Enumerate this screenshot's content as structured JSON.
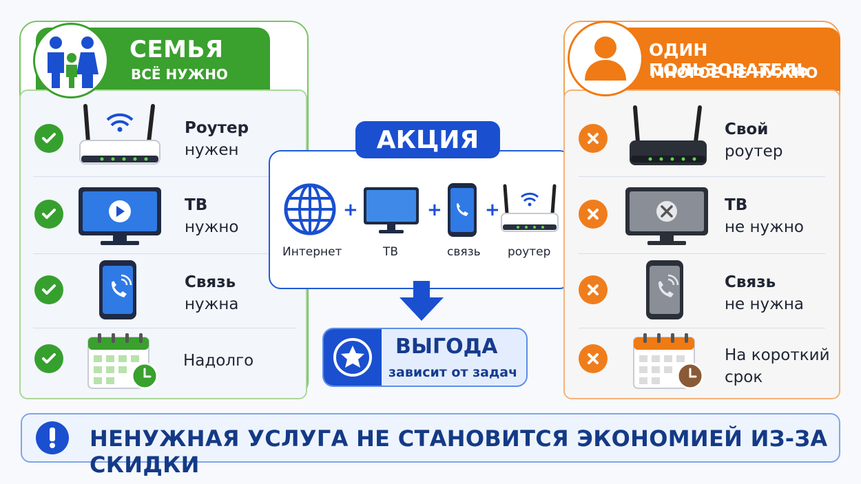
{
  "left": {
    "title": "СЕМЬЯ",
    "subtitle": "ВСЁ НУЖНО",
    "items": [
      {
        "line1": "Роутер",
        "line2": "нужен",
        "icon": "router-icon"
      },
      {
        "line1": "ТВ",
        "line2": "нужно",
        "icon": "tv-icon"
      },
      {
        "line1": "Связь",
        "line2": "нужна",
        "icon": "phone-icon"
      },
      {
        "line1": "Надолго",
        "line2": "",
        "icon": "calendar-icon"
      }
    ]
  },
  "promo": {
    "title": "АКЦИЯ",
    "services": [
      "Интернет",
      "ТВ",
      "связь",
      "роутер"
    ],
    "plus": "+"
  },
  "benefit": {
    "title": "ВЫГОДА",
    "subtitle": "зависит от задач"
  },
  "right": {
    "title": "ОДИН ПОЛЬЗОВАТЕЛЬ",
    "subtitle": "МНОГОЕ НЕ НУЖНО",
    "items": [
      {
        "line1": "Свой",
        "line2": "роутер",
        "icon": "router-icon"
      },
      {
        "line1": "ТВ",
        "line2": "не нужно",
        "icon": "tv-off-icon"
      },
      {
        "line1": "Связь",
        "line2": "не нужна",
        "icon": "phone-icon"
      },
      {
        "line1": "На короткий",
        "line2": "срок",
        "icon": "calendar-icon"
      }
    ]
  },
  "banner": {
    "text": "НЕНУЖНАЯ УСЛУГА НЕ СТАНОВИТСЯ ЭКОНОМИЕЙ ИЗ-ЗА СКИДКИ"
  },
  "colors": {
    "green": "#3aa02e",
    "orange": "#f07a14",
    "blue": "#1a4fd0"
  }
}
